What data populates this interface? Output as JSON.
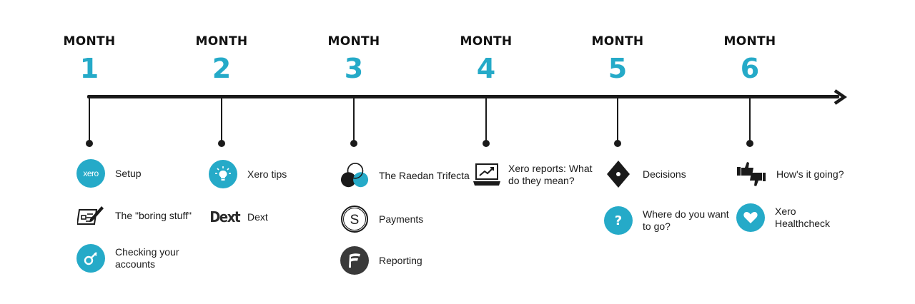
{
  "months": [
    {
      "word": "MONTH",
      "number": "1",
      "items": [
        {
          "label": "Setup",
          "icon": "xero-logo-icon",
          "logo_text": "xero"
        },
        {
          "label": "The \"boring stuff\"",
          "icon": "clipboard-pen-icon"
        },
        {
          "label": "Checking your accounts",
          "icon": "key-icon"
        }
      ]
    },
    {
      "word": "MONTH",
      "number": "2",
      "items": [
        {
          "label": "Xero tips",
          "icon": "lightbulb-icon"
        },
        {
          "label": "Dext",
          "icon": "dext-logo-icon",
          "logo_text": "Dext"
        }
      ]
    },
    {
      "word": "MONTH",
      "number": "3",
      "items": [
        {
          "label": "The Raedan Trifecta",
          "icon": "venn-circles-icon"
        },
        {
          "label": "Payments",
          "icon": "payments-s-icon",
          "logo_text": "S"
        },
        {
          "label": "Reporting",
          "icon": "reporting-f-icon"
        }
      ]
    },
    {
      "word": "MONTH",
      "number": "4",
      "items": [
        {
          "label": "Xero reports: What do they mean?",
          "icon": "laptop-chart-icon"
        }
      ]
    },
    {
      "word": "MONTH",
      "number": "5",
      "items": [
        {
          "label": "Decisions",
          "icon": "diamond-decision-icon"
        },
        {
          "label": "Where do you want to go?",
          "icon": "question-icon",
          "logo_text": "?"
        }
      ]
    },
    {
      "word": "MONTH",
      "number": "6",
      "items": [
        {
          "label": "How's it going?",
          "icon": "thumbs-up-down-icon"
        },
        {
          "label": "Xero Healthcheck",
          "icon": "heart-icon"
        }
      ]
    }
  ],
  "colors": {
    "accent": "#25aac8",
    "ink": "#1a1a1a"
  }
}
